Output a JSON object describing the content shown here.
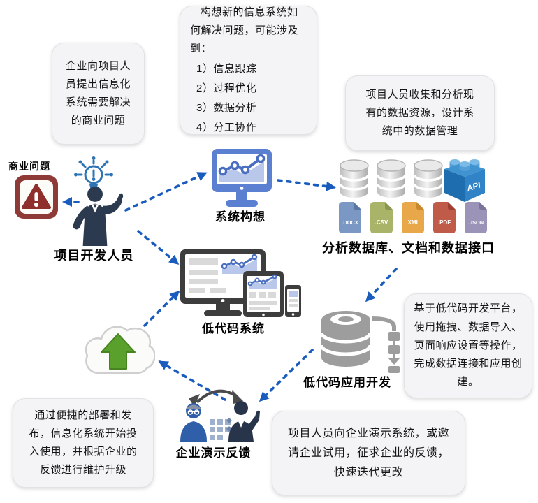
{
  "callouts": {
    "problem": {
      "text": "企业向项目人员提出信息化系统需要解决的商业问题"
    },
    "vision": {
      "intro": "构想新的信息系统如何解决问题，可能涉及到：",
      "items": [
        "1）信息跟踪",
        "2）过程优化",
        "3）数据分析",
        "4）分工协作"
      ]
    },
    "data_design": {
      "text": "项目人员收集和分析现有的数据资源，设计系统中的数据管理"
    },
    "lowcode_platform": {
      "text": "基于低代码开发平台，使用拖拽、数据导入、页面响应设置等操作，完成数据连接和应用创建。"
    },
    "deployment": {
      "text": "通过便捷的部署和发布，信息化系统开始投入使用，并根据企业的反馈进行维护升级"
    },
    "demo": {
      "text": "项目人员向企业演示系统，或邀请企业试用，征求企业的反馈，快速迭代更改"
    }
  },
  "nodes": {
    "business_problem": {
      "label": "商业问题"
    },
    "developer": {
      "label": "项目开发人员"
    },
    "system_vision": {
      "label": "系统构想"
    },
    "data_sources": {
      "label": "分析数据库、文档和数据接口"
    },
    "lowcode_system": {
      "label": "低代码系统"
    },
    "lowcode_app_dev": {
      "label": "低代码应用开发"
    },
    "demo_feedback": {
      "label": "企业演示反馈"
    }
  },
  "icons": {
    "api_label": "API",
    "file_types": [
      ".DOCX",
      ".CSV",
      ".XML",
      ".PDF",
      ".JSON"
    ]
  },
  "colors": {
    "arrow_blue": "#1a5cbe",
    "warning_maroon": "#8e3a37",
    "person_navy": "#2c3a4f",
    "monitor_blue": "#5b80d2",
    "api_blue": "#2f83c6",
    "file_docx": "#7b97c4",
    "file_csv": "#a9b468",
    "file_xml": "#e8a84a",
    "file_pdf": "#c05b4a",
    "file_json": "#9b94b8",
    "device_charcoal": "#3d3d3d",
    "cloud_green": "#5aa02c",
    "db_gray": "#9d9d9d"
  }
}
